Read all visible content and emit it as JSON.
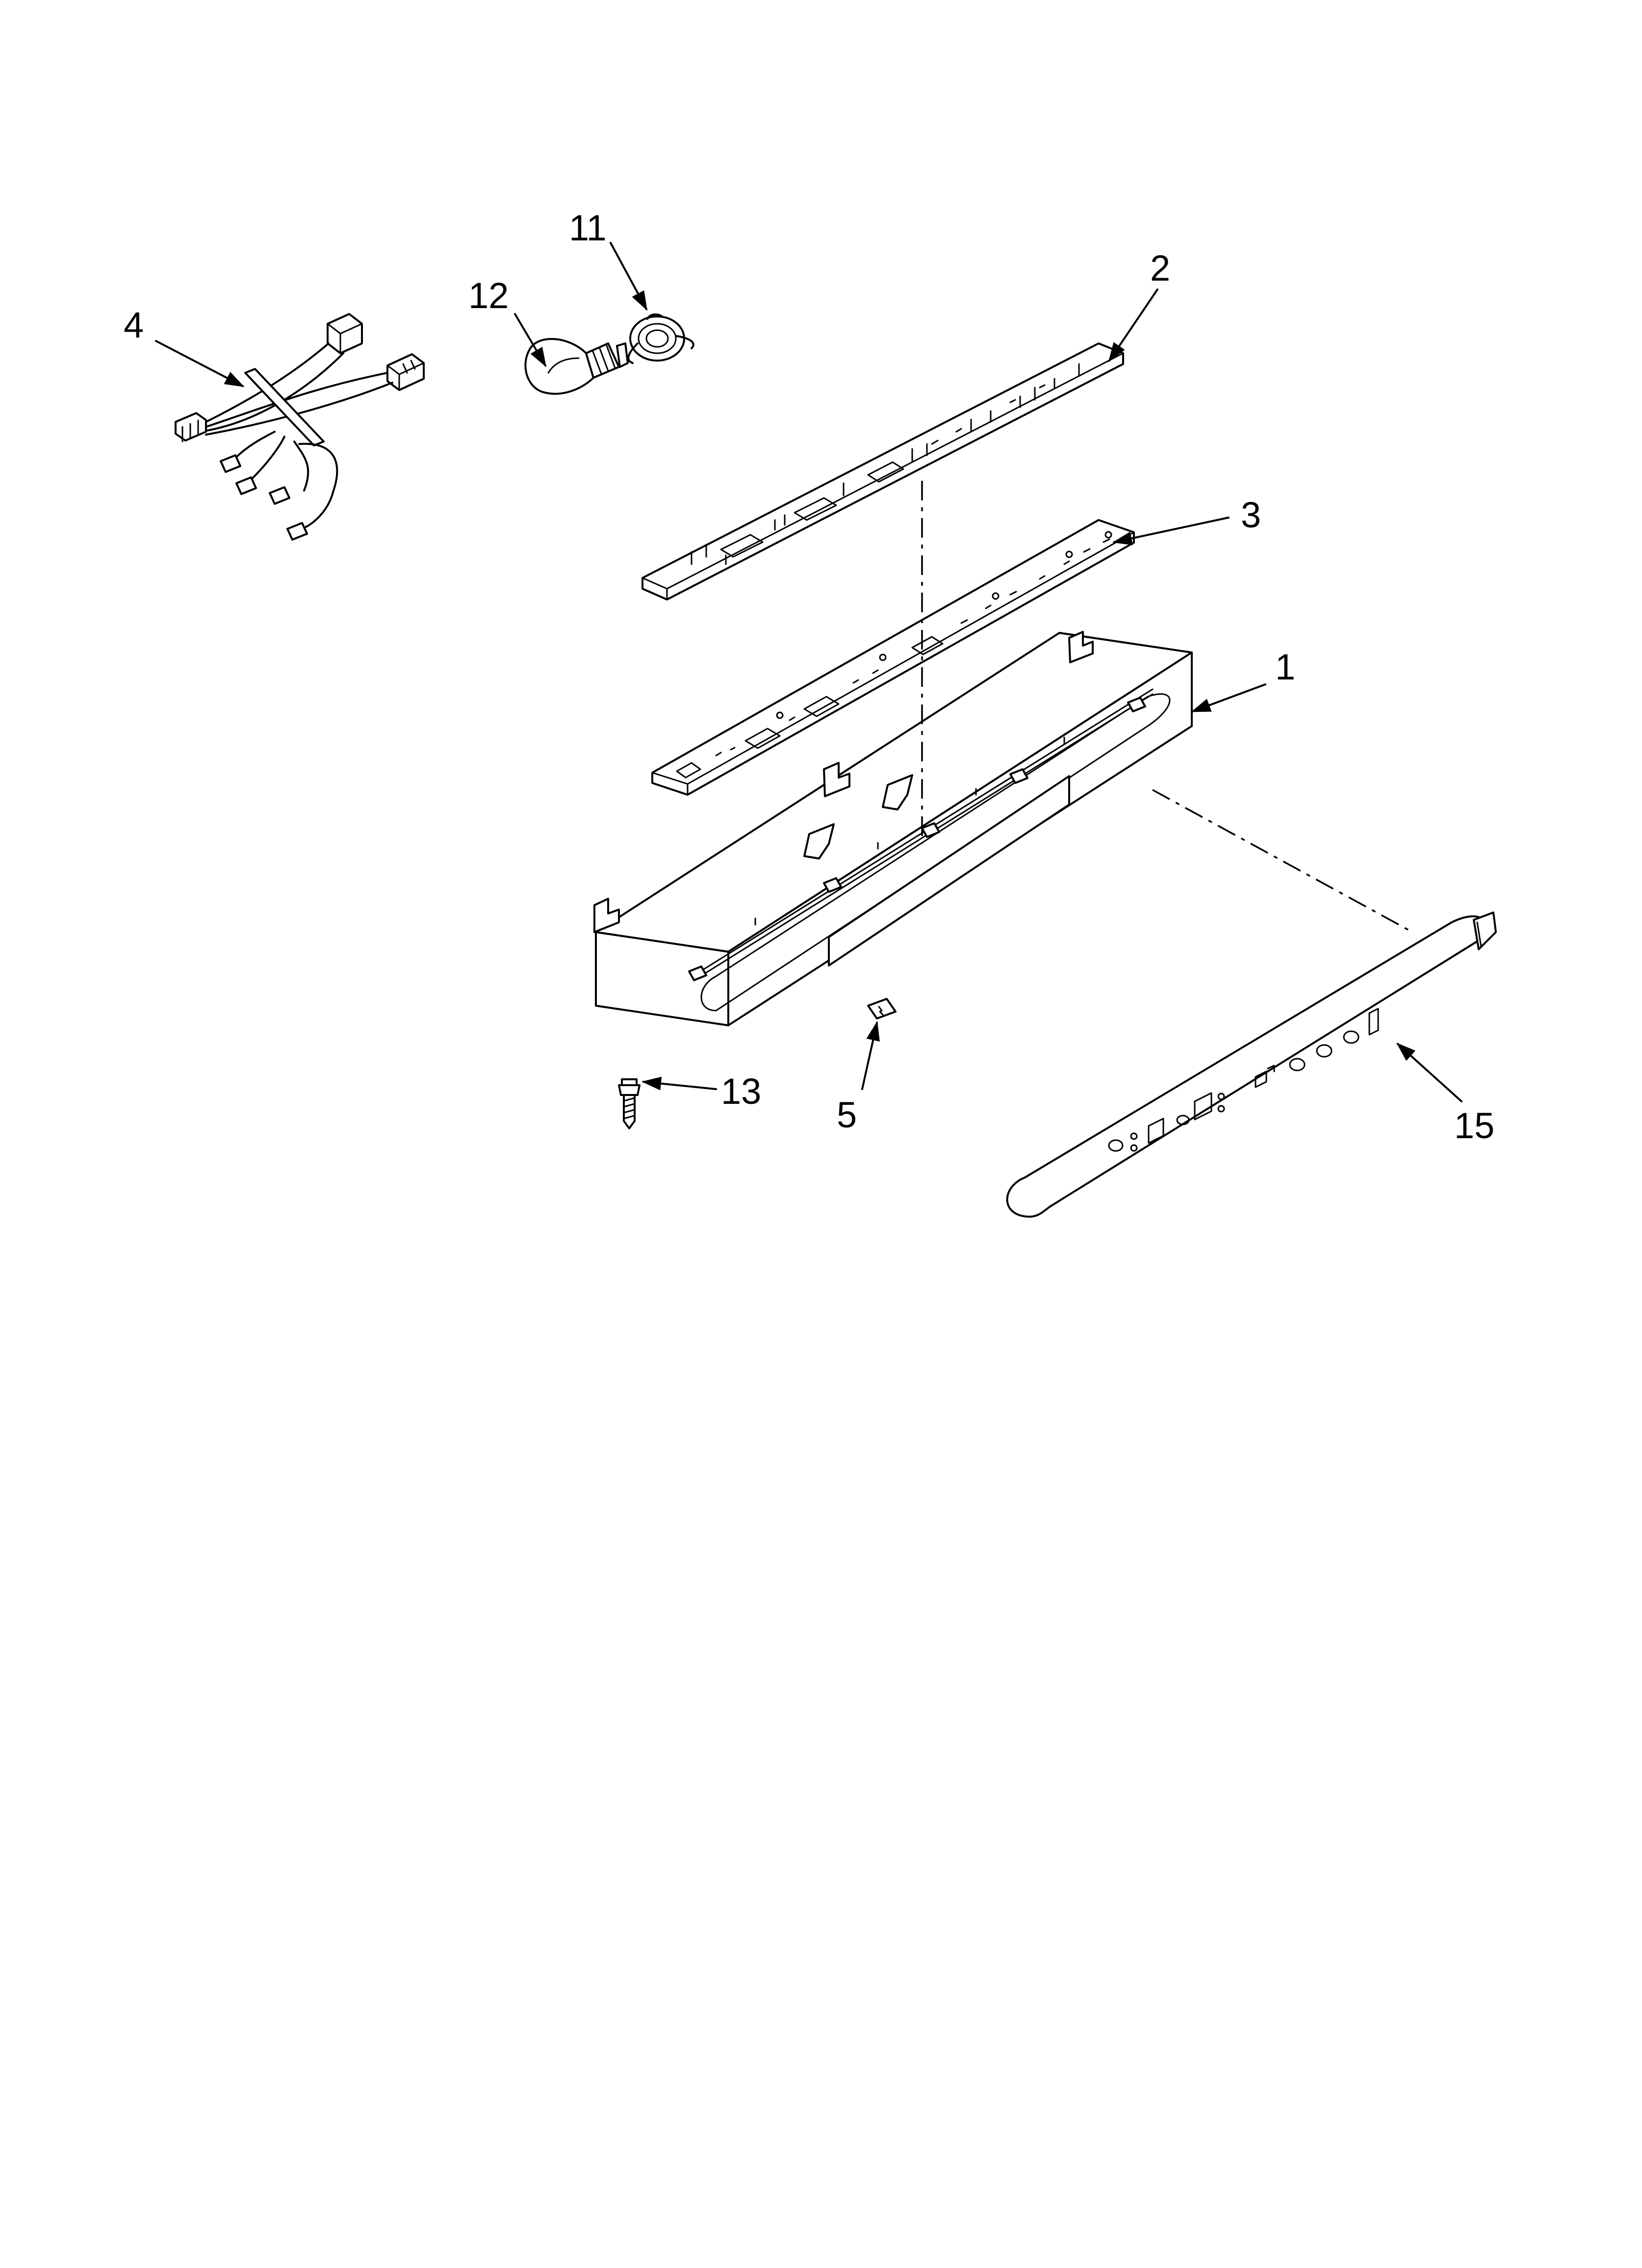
{
  "diagram": {
    "callouts": [
      "4",
      "11",
      "12",
      "2",
      "3",
      "1",
      "13",
      "5",
      "15"
    ]
  }
}
